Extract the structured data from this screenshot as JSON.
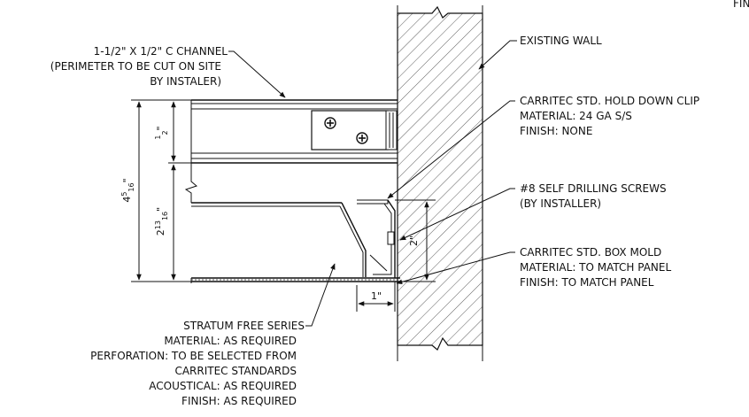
{
  "corner_text": "FIN",
  "callouts": {
    "c_channel": [
      "1-1/2\" X 1/2\" C CHANNEL",
      "(PERIMETER TO BE CUT ON SITE",
      "BY INSTALER)"
    ],
    "existing_wall": "EXISTING WALL",
    "hold_down_clip": [
      "CARRITEC STD. HOLD DOWN CLIP",
      "MATERIAL: 24 GA S/S",
      "FINISH: NONE"
    ],
    "screws": [
      "#8 SELF DRILLING SCREWS",
      "(BY INSTALLER)"
    ],
    "box_mold": [
      "CARRITEC STD. BOX MOLD",
      "MATERIAL: TO MATCH PANEL",
      "FINISH: TO MATCH PANEL"
    ],
    "stratum": [
      "STRATUM FREE SERIES",
      "MATERIAL: AS REQUIRED",
      "PERFORATION: TO BE SELECTED FROM",
      "CARRITEC STANDARDS",
      "ACOUSTICAL: AS REQUIRED",
      "FINISH: AS REQUIRED"
    ]
  },
  "dimensions": {
    "overall": {
      "whole": "4",
      "num": "5",
      "den": "16",
      "unit": "\""
    },
    "channel": {
      "whole": "",
      "num": "1",
      "den": "2",
      "unit": "\""
    },
    "panel": {
      "whole": "2",
      "num": "13",
      "den": "16",
      "unit": "\""
    },
    "mold_height": "2\"",
    "mold_depth": "1\""
  }
}
